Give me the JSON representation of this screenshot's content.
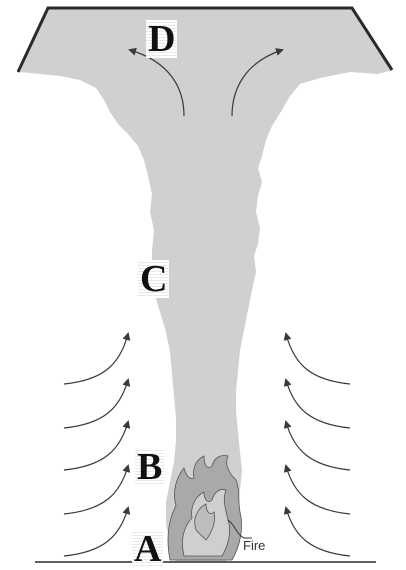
{
  "labels": {
    "a": "A",
    "b": "B",
    "c": "C",
    "d": "D",
    "fire": "Fire"
  },
  "colors": {
    "plume": "#d0d0d0",
    "flame_outer": "#a9a9a9",
    "flame_inner": "#cfcfcf",
    "lines": "#2a2a2a",
    "arrows": "#3a3a3a"
  }
}
